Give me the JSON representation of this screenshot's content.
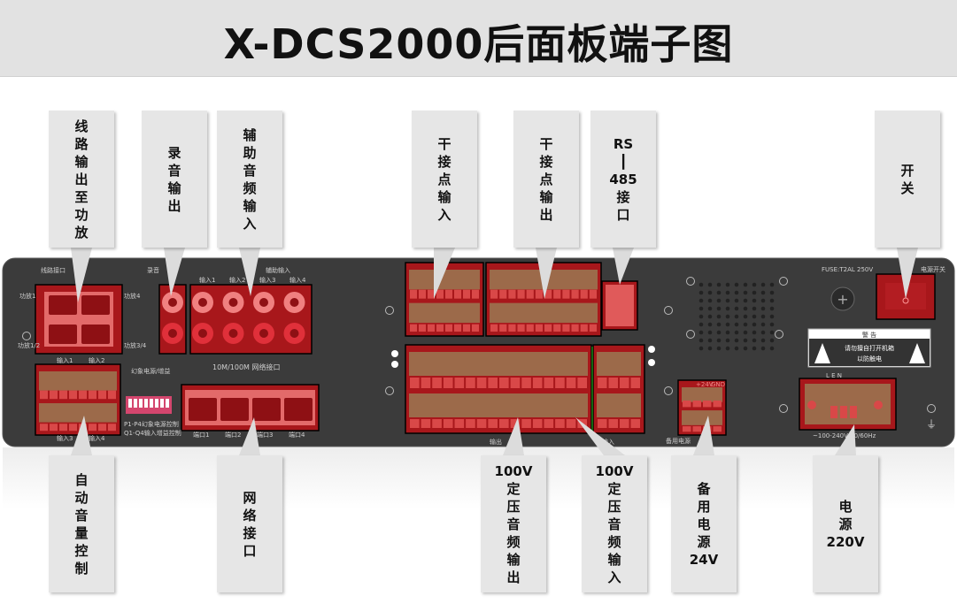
{
  "title": "X-DCS2000后面板端子图",
  "callouts": [
    {
      "id": "line-output",
      "lines": [
        "线",
        "路",
        "输",
        "出",
        "至",
        "功",
        "放"
      ]
    },
    {
      "id": "record-output",
      "lines": [
        "录",
        "音",
        "输",
        "出"
      ]
    },
    {
      "id": "aux-input",
      "lines": [
        "辅",
        "助",
        "音",
        "频",
        "输",
        "入"
      ]
    },
    {
      "id": "dry-contact-input",
      "lines": [
        "干",
        "接",
        "点",
        "输",
        "入"
      ]
    },
    {
      "id": "dry-contact-output",
      "lines": [
        "干",
        "接",
        "点",
        "输",
        "出"
      ]
    },
    {
      "id": "rs485",
      "lines": [
        "RS",
        "┃",
        "485",
        "接",
        "口"
      ]
    },
    {
      "id": "switch",
      "lines": [
        "开",
        "关"
      ]
    },
    {
      "id": "auto-volume",
      "lines": [
        "自",
        "动",
        "音",
        "量",
        "控",
        "制"
      ]
    },
    {
      "id": "network",
      "lines": [
        "网",
        "络",
        "接",
        "口"
      ]
    },
    {
      "id": "100v-output",
      "lines": [
        "100V",
        "定",
        "压",
        "音",
        "频",
        "输",
        "出"
      ]
    },
    {
      "id": "100v-input",
      "lines": [
        "100V",
        "定",
        "压",
        "音",
        "频",
        "输",
        "入"
      ]
    },
    {
      "id": "backup-power",
      "lines": [
        "备",
        "用",
        "电",
        "源",
        "24V"
      ]
    },
    {
      "id": "mains",
      "lines": [
        "电",
        "源",
        "220V"
      ]
    }
  ],
  "panel": {
    "line_port_label": "线路接口",
    "amp1": "功放1",
    "amp4": "功放4",
    "amp12": "功放1/2",
    "amp34": "功放3/4",
    "record_label": "录音",
    "aux_label": "辅助输入",
    "aux_inputs": [
      "输入1",
      "输入2",
      "输入3",
      "输入4"
    ],
    "avc_top": [
      "输入1",
      "输入2"
    ],
    "avc_bottom": [
      "输入3",
      "输入4"
    ],
    "phantom_label": "幻象电源/增益",
    "dip_note1": "P1-P4幻象电源控制",
    "dip_note2": "Q1-Q4输入增益控制",
    "net_label": "10M/100M 网络接口",
    "net_ports": [
      "端口1",
      "端口2",
      "端口3",
      "端口4"
    ],
    "output_label": "输出",
    "input_label": "输入",
    "fuse": "FUSE:T2AL 250V",
    "power_switch": "电源开关",
    "warning_title": "警  告",
    "warning_1": "请勿擅自打开机箱",
    "warning_2": "以防触电",
    "plus24": "+24V",
    "gnd": "GND",
    "backup_label": "备用电源",
    "len": "L   E   N",
    "mains_label": "~100-240V 50/60Hz"
  },
  "colors": {
    "terminal": "#a8171b",
    "panel": "#3b3b3b",
    "callout": "#e6e6e6"
  }
}
